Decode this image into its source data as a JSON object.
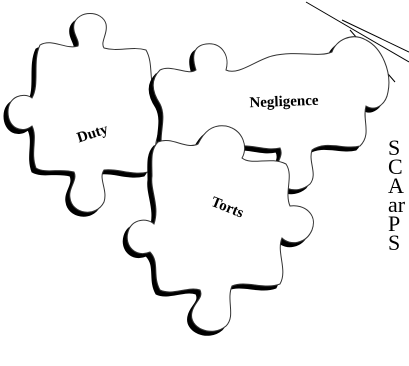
{
  "pieces": [
    {
      "id": "duty",
      "label": "Duty"
    },
    {
      "id": "negligence",
      "label": "Negligence"
    },
    {
      "id": "torts",
      "label": "Torts"
    }
  ],
  "side_text_fragments": [
    "S",
    "C",
    "A",
    "ar",
    "P",
    "S"
  ],
  "colors": {
    "piece_fill": "#ffffff",
    "piece_outline": "#333333",
    "shadow": "#000000",
    "text": "#000000"
  }
}
